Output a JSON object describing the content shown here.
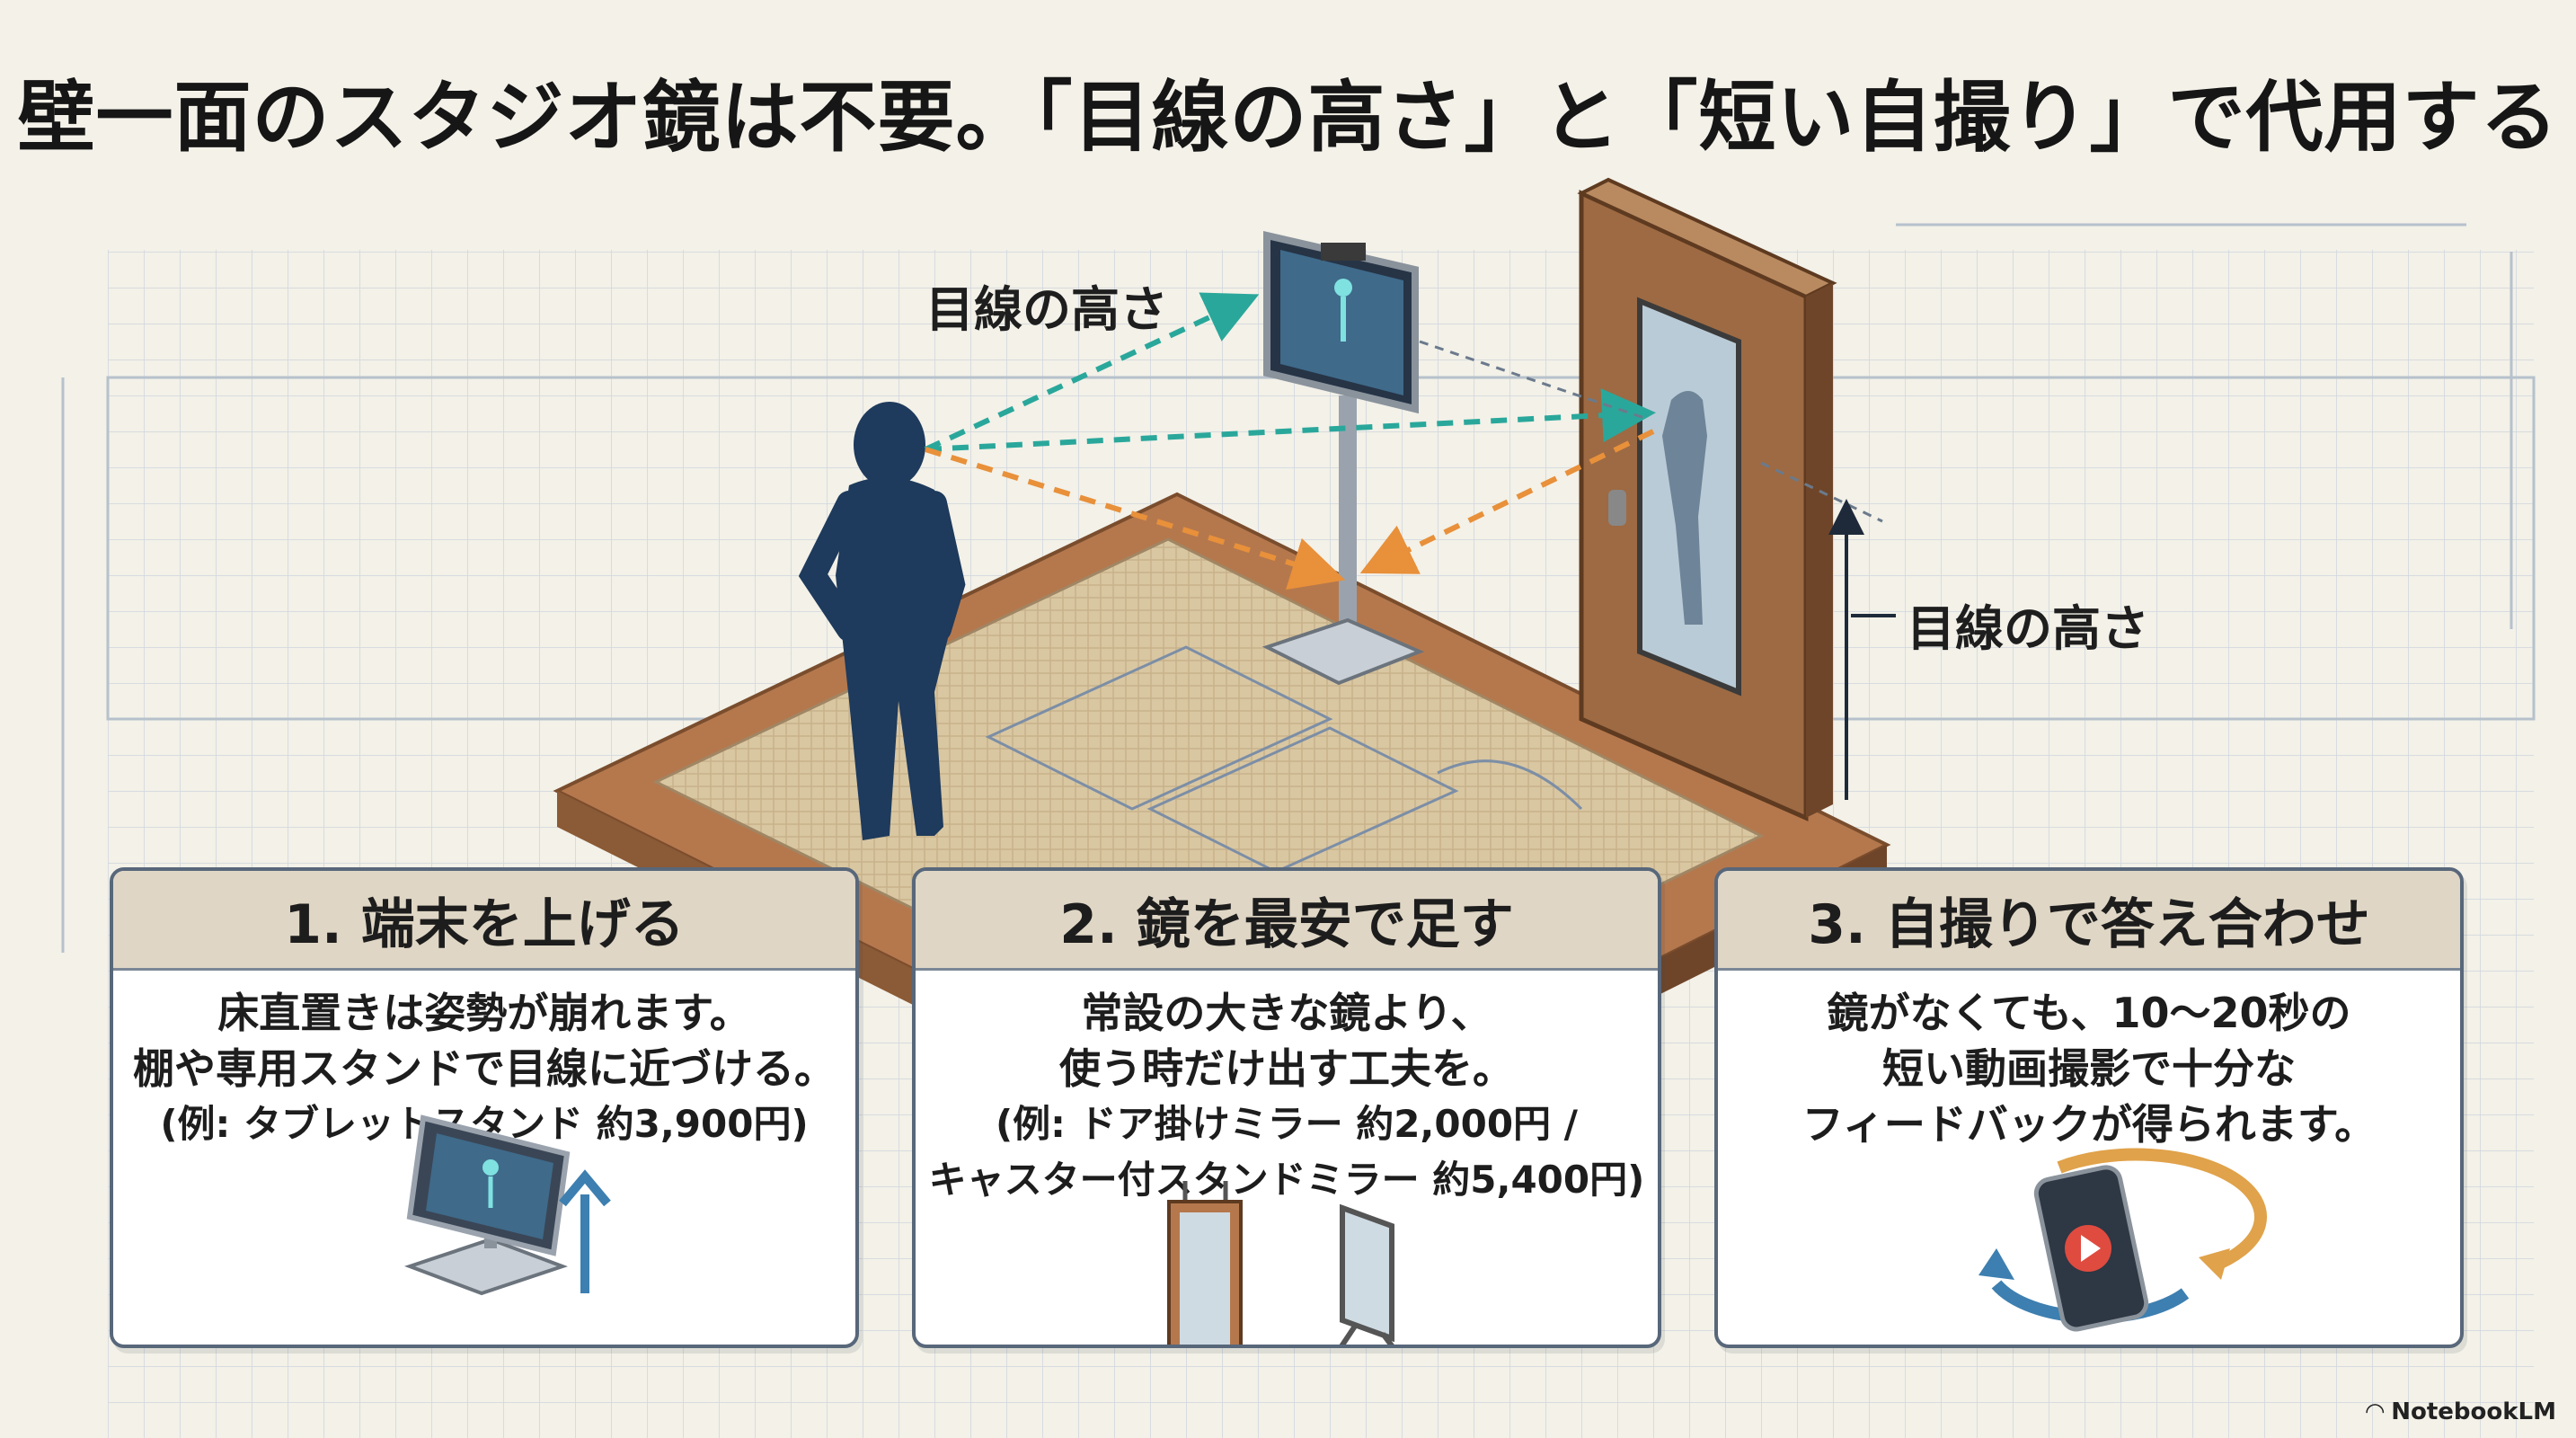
{
  "title": "壁一面のスタジオ鏡は不要。「目線の高さ」と「短い自撮り」で代用する",
  "labels": {
    "eye_level_top": "目線の高さ",
    "eye_level_right": "目線の高さ"
  },
  "cards": [
    {
      "heading": "1. 端末を上げる",
      "lines": [
        "床直置きは姿勢が崩れます。",
        "棚や専用スタンドで目線に近づける。",
        "(例: タブレットスタンド 約3,900円)"
      ]
    },
    {
      "heading": "2. 鏡を最安で足す",
      "lines": [
        "常設の大きな鏡より、",
        "使う時だけ出す工夫を。",
        "(例: ドア掛けミラー 約2,000円 /",
        "キャスター付スタンドミラー 約5,400円)"
      ]
    },
    {
      "heading": "3. 自撮りで答え合わせ",
      "lines": [
        "鏡がなくても、10〜20秒の",
        "短い動画撮影で十分な",
        "フィードバックが得られます。"
      ]
    }
  ],
  "brand": "NotebookLM",
  "colors": {
    "teal_arrow": "#2aa79b",
    "orange_arrow": "#e8903a",
    "figure": "#1e3a5c",
    "wood": "#a8714a",
    "card_header": "#dfd6c5"
  },
  "icons": [
    "tablet-stand-icon",
    "up-arrow-icon",
    "door-mirror-icon",
    "stand-mirror-icon",
    "phone-video-icon",
    "cycle-arrows-icon"
  ]
}
